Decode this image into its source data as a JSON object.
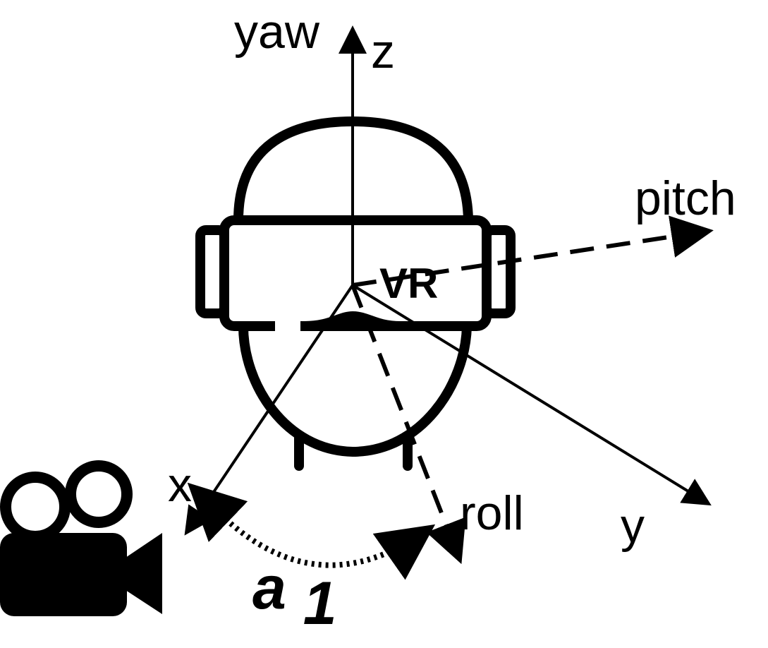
{
  "labels": {
    "yaw": "yaw",
    "z": "z",
    "pitch": "pitch",
    "vr": "VR",
    "x": "x",
    "roll": "roll",
    "y": "y",
    "angle": "a",
    "angle_subscript": "1"
  },
  "icons": {
    "headset_user": "vr-headset-head-icon",
    "camera": "movie-camera-icon"
  },
  "colors": {
    "ink": "#000000",
    "background": "#ffffff"
  }
}
